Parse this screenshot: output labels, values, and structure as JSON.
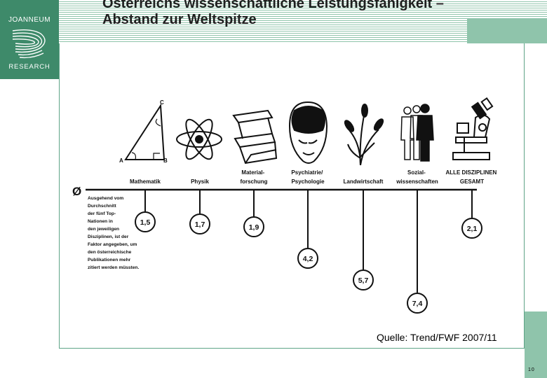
{
  "slide": {
    "title": "Österreichs wissenschaftliche Leistungsfähigkeit –\nAbstand zur Weltspitze",
    "source": "Quelle: Trend/FWF 2007/11",
    "page_number": "10"
  },
  "logo": {
    "top_text": "JOANNEUM",
    "bottom_text": "RESEARCH",
    "color": "#3e8a6a"
  },
  "diagram": {
    "baseline_symbol": "Ø",
    "note": [
      "Ausgehend vom",
      "Durchschnitt",
      "der fünf Top-",
      "Nationen in",
      "den jeweiligen",
      "Disziplinen, ist der",
      "Faktor angegeben, um",
      "den österreichische",
      "Publikationen mehr",
      "zitiert werden müssten."
    ],
    "categories": [
      {
        "label": [
          "Mathematik"
        ],
        "value": "1,5",
        "icon": "triangle-icon"
      },
      {
        "label": [
          "Physik"
        ],
        "value": "1,7",
        "icon": "atom-icon"
      },
      {
        "label": [
          "Material-",
          "forschung"
        ],
        "value": "1,9",
        "icon": "beam-icon"
      },
      {
        "label": [
          "Psychiatrie/",
          "Psychologie"
        ],
        "value": "4,2",
        "icon": "brain-head-icon"
      },
      {
        "label": [
          "Landwirtschaft"
        ],
        "value": "5,7",
        "icon": "wheat-icon"
      },
      {
        "label": [
          "Sozial-",
          "wissenschaften"
        ],
        "value": "7,4",
        "icon": "people-icon"
      },
      {
        "label": [
          "ALLE DISZIPLINEN",
          "GESAMT"
        ],
        "value": "2,1",
        "icon": "microscope-icon"
      }
    ],
    "triangle_vertices": [
      "A",
      "B",
      "C"
    ]
  }
}
